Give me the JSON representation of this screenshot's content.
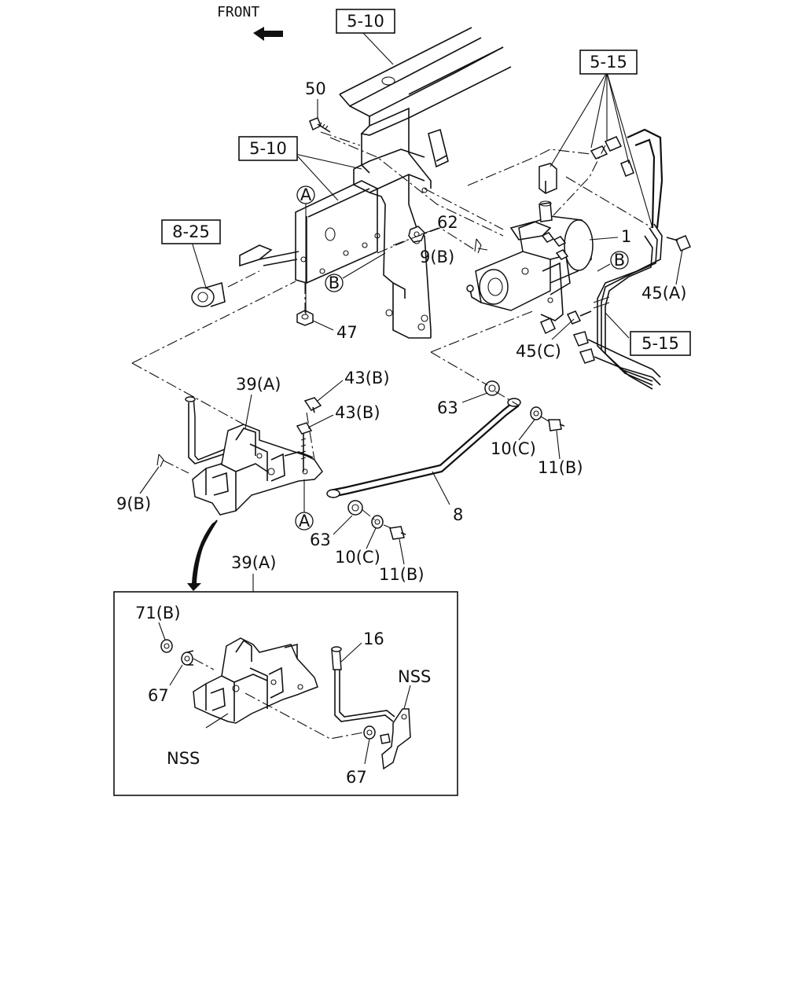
{
  "front_label": "FRONT",
  "refs": {
    "r510_top": "5-10",
    "r510_mid": "5-10",
    "r515_top": "5-15",
    "r515_bot": "5-15",
    "r825": "8-25"
  },
  "callouts": {
    "c50": "50",
    "c62": "62",
    "c9b_top": "9(B)",
    "c1": "1",
    "c45a": "45(A)",
    "c45c": "45(C)",
    "c47": "47",
    "c39a": "39(A)",
    "c43b_1": "43(B)",
    "c43b_2": "43(B)",
    "c63_right": "63",
    "c10c_right": "10(C)",
    "c11b_right": "11(B)",
    "c9b_left": "9(B)",
    "c8": "8",
    "c63_left": "63",
    "c10c_left": "10(C)",
    "c11b_left": "11(B)",
    "c39a_detail": "39(A)",
    "c71b": "71(B)",
    "c16": "16",
    "c67_top": "67",
    "c67_bot": "67",
    "cnss_right": "NSS",
    "cnss_left": "NSS"
  },
  "markers": {
    "a_top": "A",
    "a_bottom": "A",
    "b_left": "B",
    "b_right": "B"
  }
}
